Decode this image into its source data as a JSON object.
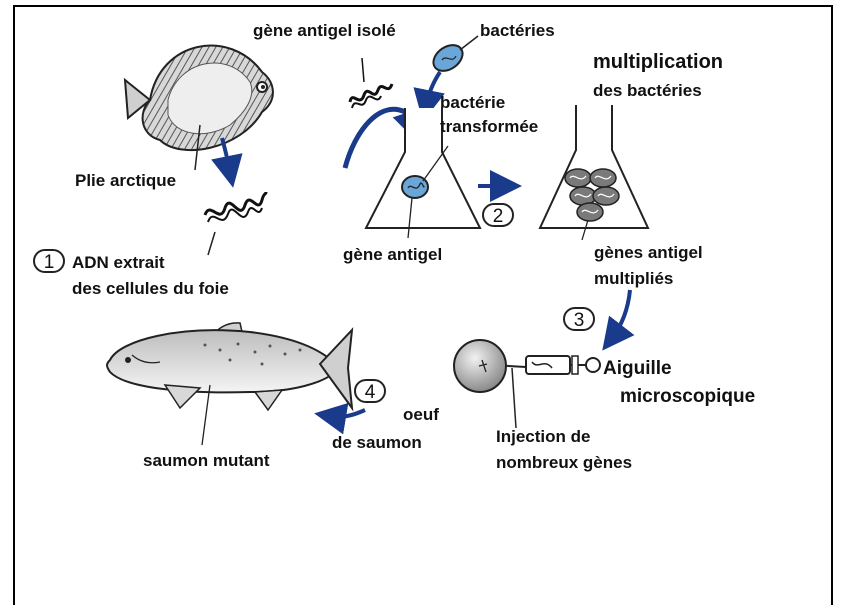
{
  "labels": {
    "gene_isole": "gène antigel isolé",
    "bacteries": "bactéries",
    "multiplication_l1": "multiplication",
    "multiplication_l2": "des bactéries",
    "bacterie_transformee_l1": "bactérie",
    "bacterie_transformee_l2": "transformée",
    "plie_arctique": "Plie arctique",
    "gene_antigel": "gène antigel",
    "genes_multiplies_l1": "gènes antigel",
    "genes_multiplies_l2": "multipliés",
    "adn_l1": "ADN extrait",
    "adn_l2": "des cellules du foie",
    "aiguille_l1": "Aiguille",
    "aiguille_l2": "microscopique",
    "oeuf_l1": "oeuf",
    "oeuf_l2": "de saumon",
    "injection_l1": "Injection de",
    "injection_l2": "nombreux gènes",
    "saumon_mutant": "saumon mutant"
  },
  "steps": [
    "1",
    "2",
    "3",
    "4"
  ],
  "colors": {
    "arrow": "#1a3a8c",
    "bacteria": "#6aa6d8",
    "outline": "#222222"
  },
  "icons": [
    "flounder-fish",
    "dna-coil",
    "flask",
    "bacteria",
    "syringe",
    "egg",
    "salmon-fish"
  ]
}
